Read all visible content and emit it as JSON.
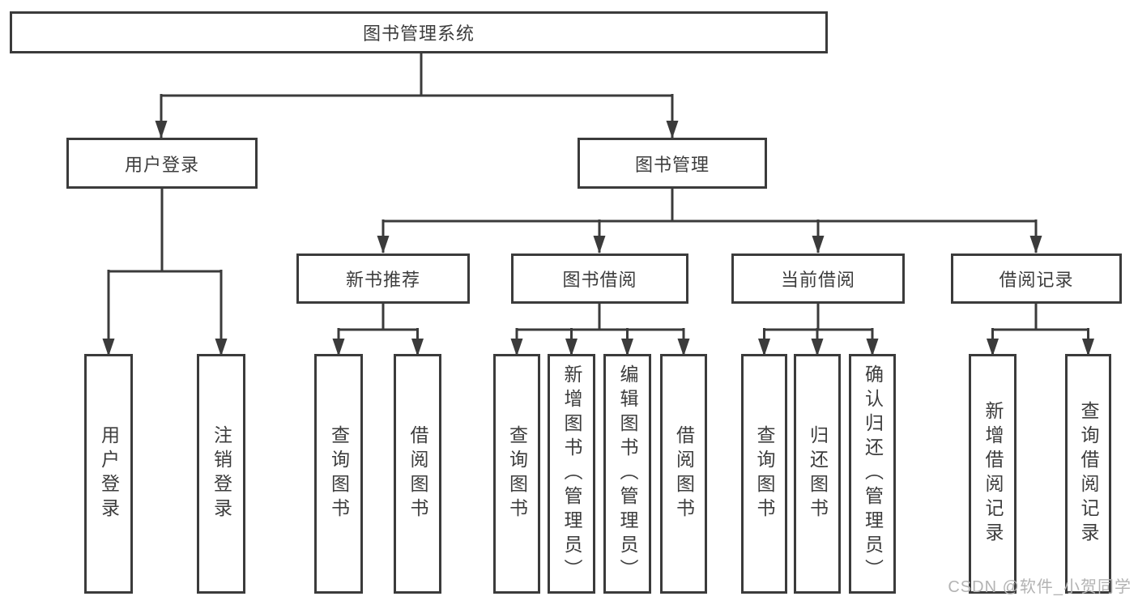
{
  "tree": {
    "root": "图书管理系统",
    "branches": [
      {
        "label": "用户登录",
        "children": [
          "用户登录",
          "注销登录"
        ]
      },
      {
        "label": "图书管理",
        "sections": [
          {
            "label": "新书推荐",
            "children": [
              "查询图书",
              "借阅图书"
            ]
          },
          {
            "label": "图书借阅",
            "children": [
              "查询图书",
              "新增图书（管理员）",
              "编辑图书（管理员）",
              "借阅图书"
            ]
          },
          {
            "label": "当前借阅",
            "children": [
              "查询图书",
              "归还图书",
              "确认归还（管理员）"
            ]
          },
          {
            "label": "借阅记录",
            "children": [
              "新增借阅记录",
              "查询借阅记录"
            ]
          }
        ]
      }
    ]
  },
  "watermark": "CSDN @软件_小贺同学",
  "colors": {
    "line": "#3b3b3b",
    "text": "#3d3d3d",
    "watermark": "#b3b3b3",
    "background": "#ffffff"
  }
}
